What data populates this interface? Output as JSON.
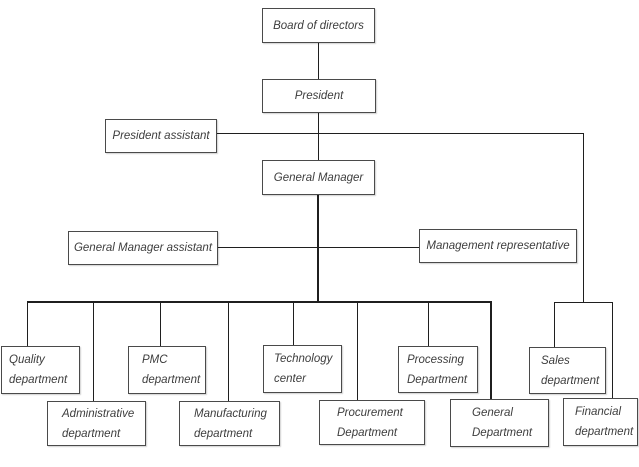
{
  "colors": {
    "background": "#ffffff",
    "connector_line": "#1f1f1f",
    "box_border": "#4a4a4a",
    "text": "#3d3d3d"
  },
  "nodes": {
    "board_of_directors": {
      "label": "Board of directors"
    },
    "president": {
      "label": "President"
    },
    "president_assistant": {
      "label": "President assistant"
    },
    "general_manager": {
      "label": "General Manager"
    },
    "general_manager_assistant": {
      "label": "General Manager assistant"
    },
    "management_representative": {
      "label": "Management representative"
    },
    "quality": {
      "line1": "Quality",
      "line2": "department"
    },
    "administrative": {
      "line1": "Administrative",
      "line2": "department"
    },
    "pmc": {
      "line1": "PMC",
      "line2": "department"
    },
    "manufacturing": {
      "line1": "Manufacturing",
      "line2": "department"
    },
    "technology": {
      "line1": "Technology",
      "line2": "center"
    },
    "procurement": {
      "line1": "Procurement",
      "line2": "Department"
    },
    "processing": {
      "line1": "Processing",
      "line2": "Department"
    },
    "general_department": {
      "line1": "General",
      "line2": "Department"
    },
    "sales": {
      "line1": "Sales",
      "line2": "department"
    },
    "financial": {
      "line1": "Financial",
      "line2": "department"
    }
  }
}
